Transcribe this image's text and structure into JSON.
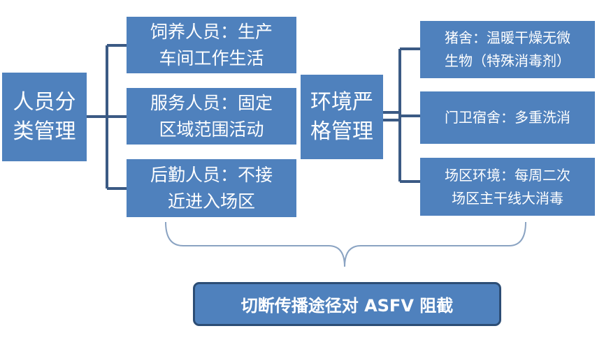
{
  "left_root": "人员分\n类管理",
  "personnel": [
    "饲养人员：生产\n车间工作生活",
    "服务人员：固定\n区域范围活动",
    "后勤人员：不接\n近进入场区"
  ],
  "env_root": "环境严\n格管理",
  "environment": [
    "猪舍：温暖干燥无微\n生物（特殊消毒剂）",
    "门卫宿舍：多重洗消",
    "场区环境：每周二次\n场区主干线大消毒"
  ],
  "bottom_label": "切断传播途径对 ASFV 阻截",
  "colors": {
    "box_fill": "#4f81bd",
    "line": "#3b5a84",
    "brace": "#8aa3c2",
    "bottom_border": "#2c4d75"
  }
}
